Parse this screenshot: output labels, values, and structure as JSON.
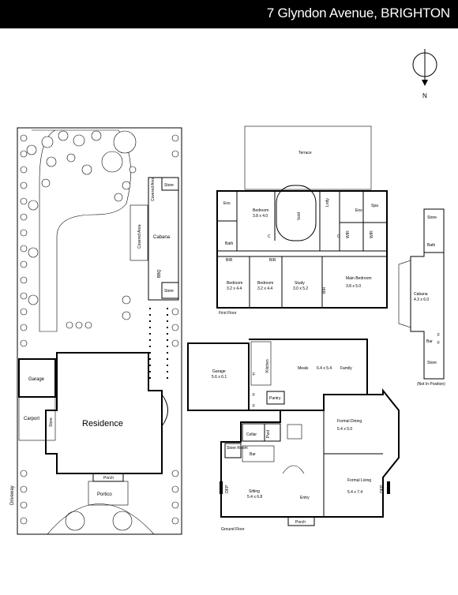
{
  "header": {
    "address": "7 Glyndon Avenue, BRIGHTON"
  },
  "compass": {
    "label": "N"
  },
  "site": {
    "garage": "Garage",
    "carport": "Carport",
    "store": "Store",
    "residence": "Residence",
    "porch": "Porch",
    "portico": "Portico",
    "driveway": "Driveway",
    "cabana": "Cabana",
    "covered_area": "Covered Area",
    "bbq": "BBQ"
  },
  "first_floor": {
    "caption": "First Floor",
    "terrace": "Terrace",
    "ens_left": "Ens",
    "bedroom_top": "Bedroom",
    "bedroom_top_dim": "3.8 x 4.0",
    "void": "Void",
    "lndy": "Lndy",
    "ens_right": "Ens",
    "spa": "Spa",
    "bath": "Bath",
    "c1": "C",
    "c2": "C",
    "br1": "BIR",
    "br2": "BIR",
    "wir1": "WIR",
    "wir2": "WIR",
    "bir3": "BIR",
    "bedroom1": "Bedroom",
    "bedroom1_dim": "3.2 x 4.4",
    "bedroom2": "Bedroom",
    "bedroom2_dim": "3.2 x 4.4",
    "study": "Study",
    "study_dim": "3.0 x 5.2",
    "main_bedroom": "Main Bedroom",
    "main_bedroom_dim": "3.8 x 5.0"
  },
  "cabana_plan": {
    "store_top": "Store",
    "bath": "Bath",
    "cabana": "Cabana",
    "cabana_dim": "4.3 x 6.0",
    "bar": "Bar",
    "f": "F",
    "store_bottom": "Store",
    "note": "(Not In Position)"
  },
  "ground_floor": {
    "caption": "Ground Floor",
    "garage": "Garage",
    "garage_dim": "5.6 x 6.1",
    "kitchen": "Kitchen",
    "meals": "Meals",
    "meals_dim": "6.4 x 5.4",
    "family": "Family",
    "pantry": "Pantry",
    "f1": "F",
    "f2": "F",
    "f3": "F",
    "cellar": "Cellar",
    "pwd": "Pwd",
    "store_room": "Store Room",
    "bar": "Bar",
    "formal_dining": "Formal Dining",
    "formal_dining_dim": "5.4 x 5.0",
    "sitting": "Sitting",
    "sitting_dim": "5.4 x 6.8",
    "formal_living": "Formal Living",
    "formal_living_dim": "5.4 x 7.4",
    "entry": "Entry",
    "porch": "Porch",
    "ofp1": "OFP",
    "ofp2": "OFP"
  }
}
